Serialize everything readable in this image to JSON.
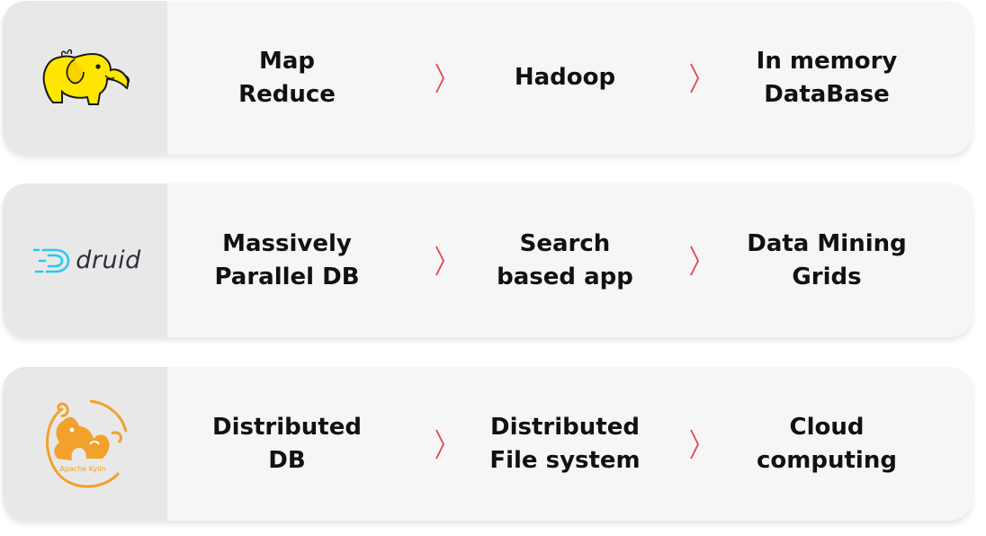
{
  "rows": [
    {
      "logo": {
        "name": "hadoop-elephant-icon",
        "text": ""
      },
      "steps": [
        "Map\nReduce",
        "Hadoop",
        "In memory\nDataBase"
      ]
    },
    {
      "logo": {
        "name": "druid-logo",
        "text": "druid"
      },
      "steps": [
        "Massively\nParallel DB",
        "Search\nbased app",
        "Data Mining\nGrids"
      ]
    },
    {
      "logo": {
        "name": "apache-kylin-logo",
        "text": "Apache Kylin"
      },
      "steps": [
        "Distributed\nDB",
        "Distributed\nFile system",
        "Cloud\ncomputing"
      ]
    }
  ],
  "colors": {
    "chevron": "#e2434b",
    "hadoop": "#ffe600",
    "druid": "#2cc8ec",
    "kylin": "#f0a22a"
  },
  "icons": {
    "chevron": "chevron-right-icon"
  }
}
